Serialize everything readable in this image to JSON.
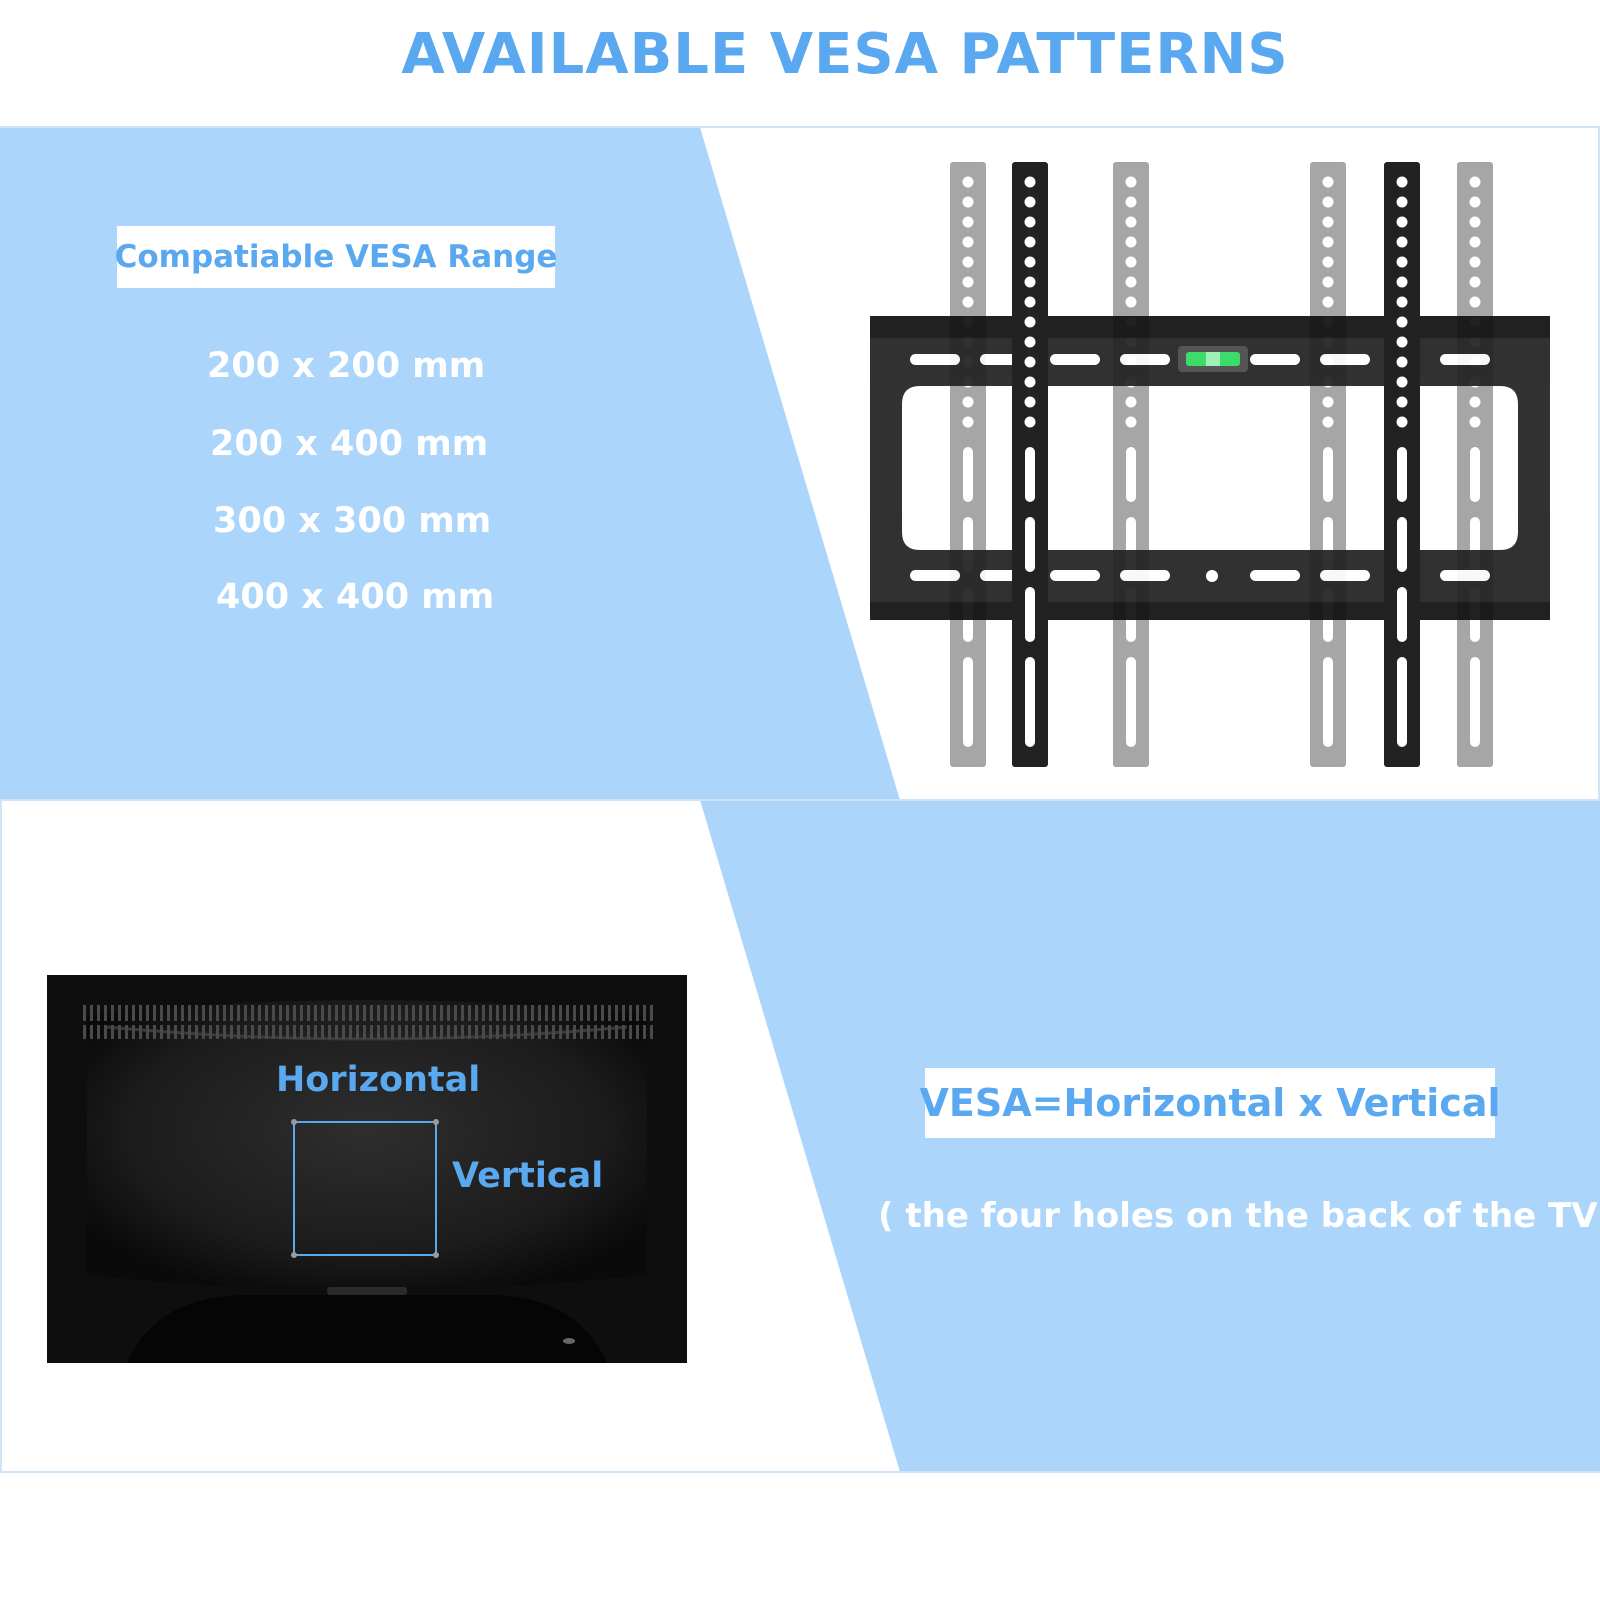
{
  "header": {
    "title": "AVAILABLE VESA PATTERNS"
  },
  "range_panel": {
    "heading": "Compatiable VESA Range",
    "items": [
      "200 x 200 mm",
      "200 x 400 mm",
      "300 x 300 mm",
      "400 x 400 mm"
    ]
  },
  "tv_back": {
    "horizontal_label": "Horizontal",
    "vertical_label": "Vertical"
  },
  "formula_panel": {
    "formula": "VESA=Horizontal x Vertical",
    "note": "( the four holes on the back of the TV )"
  },
  "colors": {
    "accent_blue": "#5aa8f0",
    "panel_blue": "#abd5fb",
    "bracket_black": "#222222",
    "arm_gray": "#a6a6a6",
    "level_green": "#3ddc6a"
  },
  "icons": {
    "bracket": "tv-wall-mount-bracket-icon",
    "tv_back": "tv-back-panel-icon"
  }
}
